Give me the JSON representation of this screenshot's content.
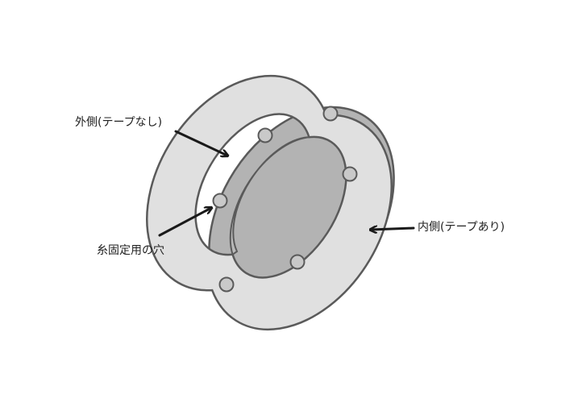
{
  "labels": {
    "outer_side": "外側(テープなし)",
    "fixing_hole": "糸固定用の穴",
    "inner_side": "内側(テープあり)"
  },
  "colors": {
    "face": "#e0e0e0",
    "side": "#b3b3b3",
    "outline": "#5a5a5a",
    "hole_fill": "#c9c9c9",
    "arrow": "#1a1a1a"
  }
}
